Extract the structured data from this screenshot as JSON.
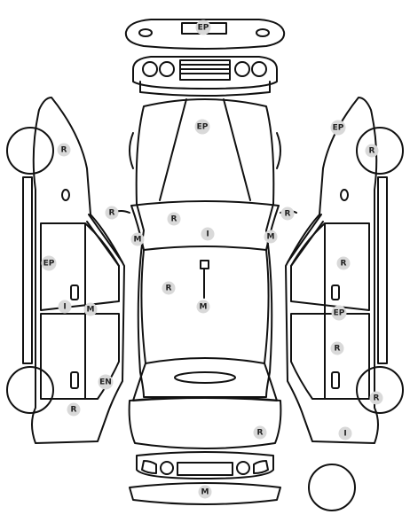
{
  "colors": {
    "stroke": "#111111",
    "badge": "#d9d9d9",
    "badge_text": "#222222",
    "background": "#ffffff"
  },
  "legend_codes": [
    "EP",
    "R",
    "I",
    "M",
    "EN"
  ],
  "markers": {
    "front_bumper": "EP",
    "hood": "EP",
    "left_front_wheel": "R",
    "left_mirror": "R",
    "windshield": "R",
    "left_a_pillar": "M",
    "roof": "I",
    "right_mirror": "R",
    "right_a_pillar": "M",
    "left_front_door": "EP",
    "left_b_pillar_i": "I",
    "left_b_pillar_m": "M",
    "roof_center": "R",
    "roof_antenna": "M",
    "left_rocker": "EN",
    "left_rear_wheel": "R",
    "right_front_fender": "EP",
    "right_front_wheel": "R",
    "right_front_door": "R",
    "right_b_pillar": "EP",
    "right_rear_door": "R",
    "right_rear_wheel": "R",
    "trunk": "R",
    "right_rear_quarter": "I",
    "rear_bumper": "M"
  }
}
